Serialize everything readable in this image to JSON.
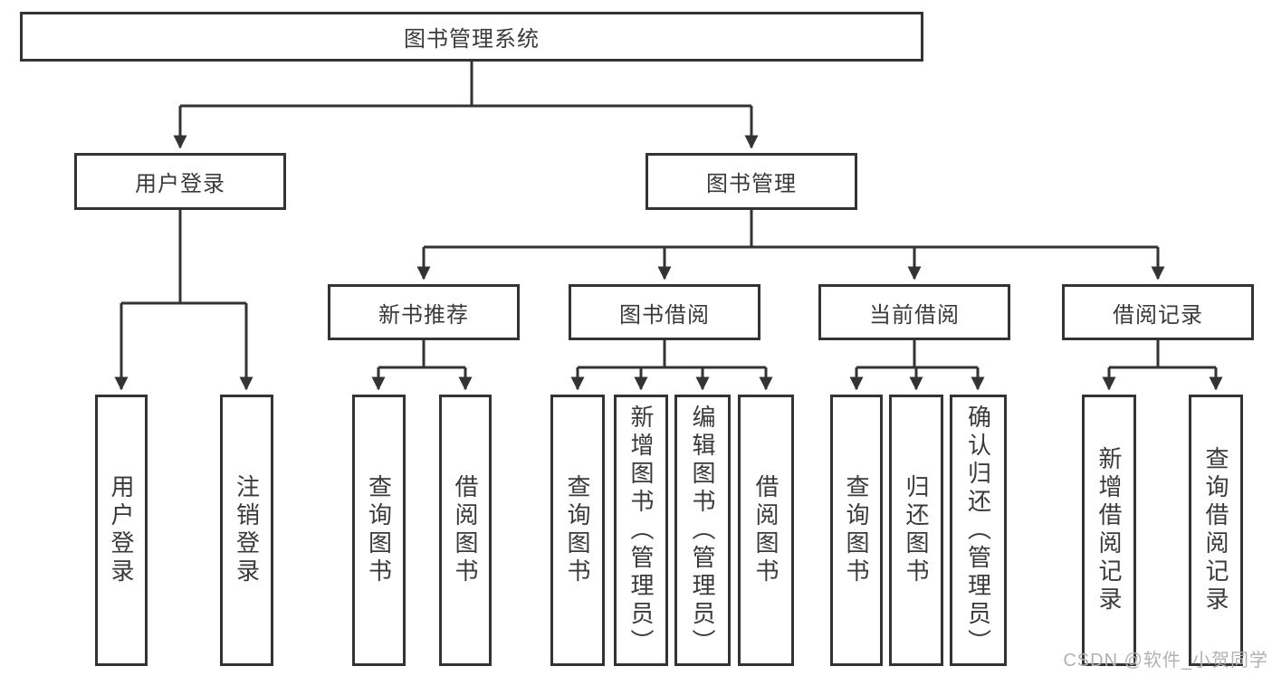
{
  "diagram": {
    "nodes": {
      "root": "图书管理系统",
      "l2": [
        "用户登录",
        "图书管理"
      ],
      "l3": [
        "新书推荐",
        "图书借阅",
        "当前借阅",
        "借阅记录"
      ],
      "leaves_user_login": [
        "用户登录",
        "注销登录"
      ],
      "leaves_new_book": [
        "查询图书",
        "借阅图书"
      ],
      "leaves_book_borrow": [
        "查询图书",
        "新增图书（管理员）",
        "编辑图书（管理员）",
        "借阅图书"
      ],
      "leaves_current_borrow": [
        "查询图书",
        "归还图书",
        "确认归还（管理员）"
      ],
      "leaves_borrow_record": [
        "新增借阅记录",
        "查询借阅记录"
      ]
    }
  },
  "watermark": "CSDN @软件_小贺同学",
  "colors": {
    "line": "#333333",
    "text": "#3a3a3a",
    "watermark": "#b2b2b2",
    "background": "#ffffff"
  }
}
